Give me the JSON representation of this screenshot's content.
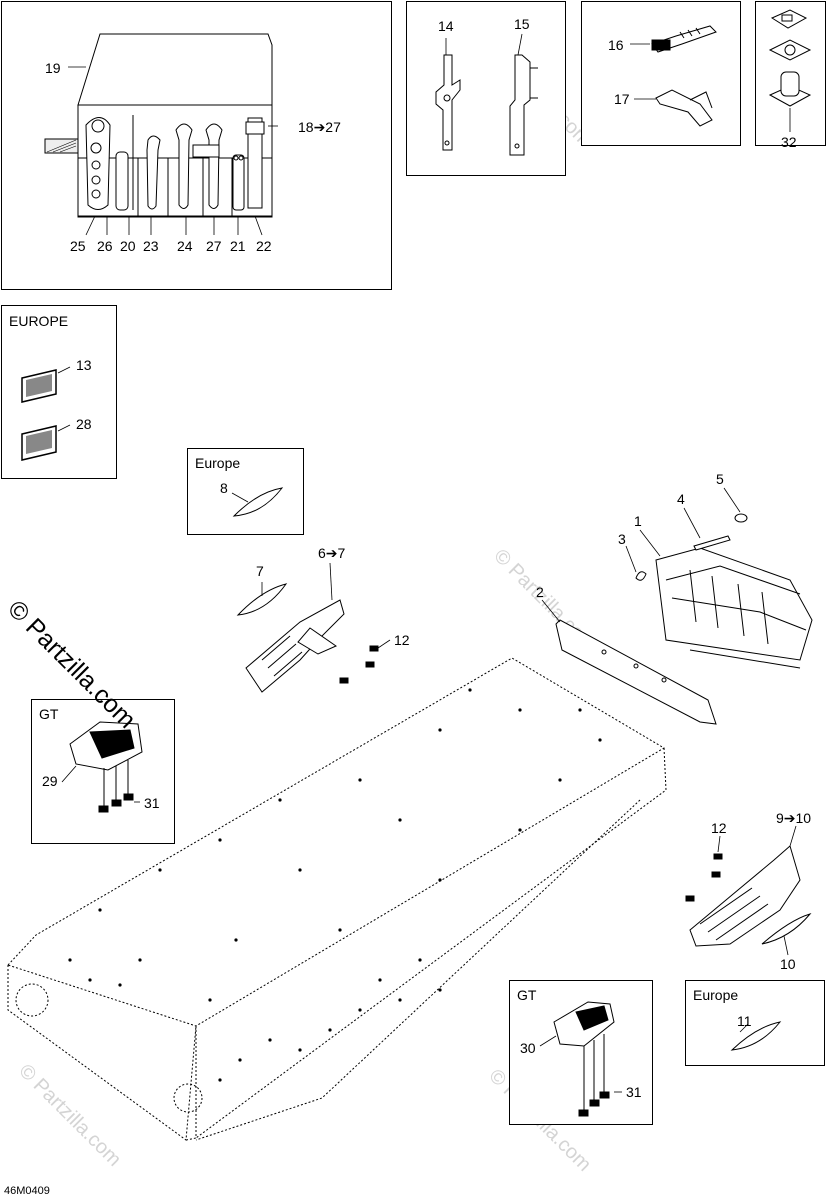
{
  "watermark": {
    "main": "© Partzilla.com",
    "faint": "© Partzilla.com"
  },
  "drawing_code": "46M0409",
  "boxes": {
    "europe_top": "EUROPE",
    "europe_small": "Europe",
    "gt_left": "GT",
    "gt_bottom": "GT",
    "europe_bottom": "Europe"
  },
  "callouts": {
    "c1": "1",
    "c2": "2",
    "c3": "3",
    "c4": "4",
    "c5": "5",
    "c6_7": "6➔7",
    "c7": "7",
    "c8": "8",
    "c9_10": "9➔10",
    "c10": "10",
    "c11": "11",
    "c12a": "12",
    "c12b": "12",
    "c13": "13",
    "c14": "14",
    "c15": "15",
    "c16": "16",
    "c17": "17",
    "c18_27": "18➔27",
    "c19": "19",
    "c20": "20",
    "c21": "21",
    "c22": "22",
    "c23": "23",
    "c24": "24",
    "c25": "25",
    "c26": "26",
    "c27": "27",
    "c28": "28",
    "c29": "29",
    "c30": "30",
    "c31a": "31",
    "c31b": "31",
    "c32": "32"
  }
}
